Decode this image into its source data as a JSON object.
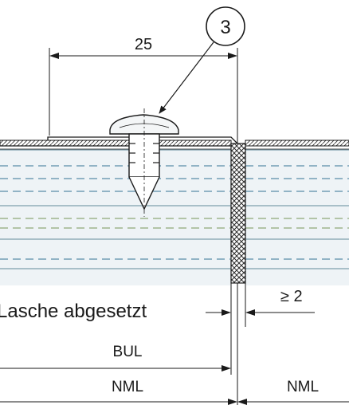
{
  "drawing": {
    "callout_number": "3",
    "dimension_top": "25",
    "label_tab": "Lasche abgesetzt",
    "label_gap": "≥ 2",
    "label_bul": "BUL",
    "label_nml_left": "NML",
    "label_nml_right": "NML"
  },
  "colors": {
    "ink": "#1a1a1a",
    "board_fill": "#eef3f6",
    "board_line": "#7fa0ad",
    "dash_blue": "#5a8da8",
    "dash_green": "#8ea878",
    "hatch": "#2a2a2a"
  }
}
